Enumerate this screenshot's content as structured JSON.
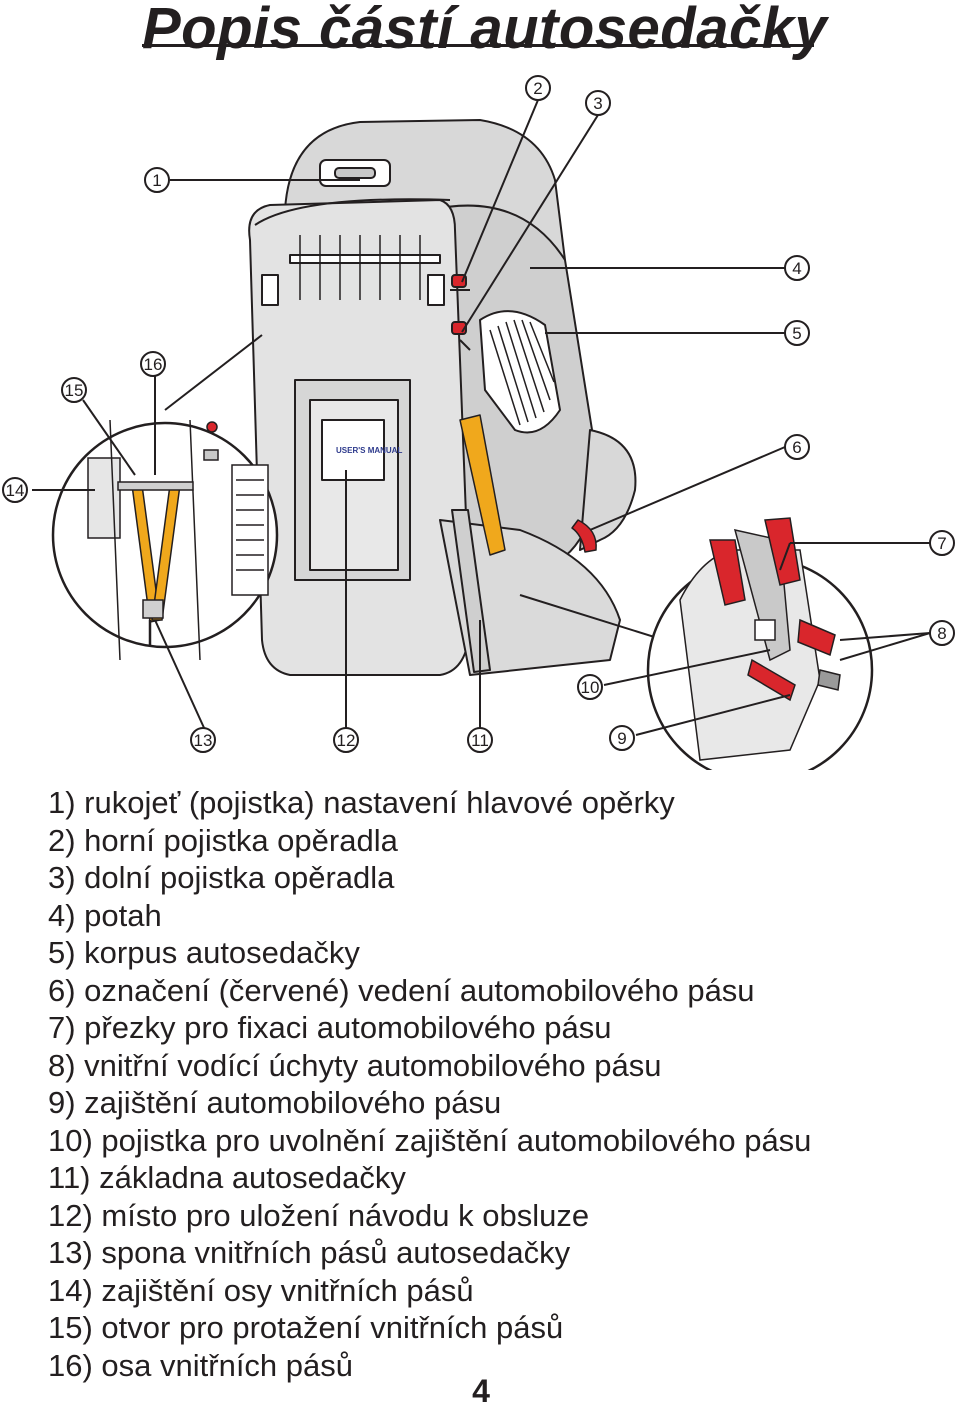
{
  "title": "Popis částí autosedačky",
  "figure": {
    "manual_label": "USER'S MANUAL",
    "callouts": [
      "1",
      "2",
      "3",
      "4",
      "5",
      "6",
      "7",
      "8",
      "9",
      "10",
      "11",
      "12",
      "13",
      "14",
      "15",
      "16"
    ]
  },
  "legend": [
    "1) rukojeť (pojistka) nastavení hlavové opěrky",
    "2) horní pojistka opěradla",
    "3) dolní pojistka opěradla",
    "4) potah",
    "5) korpus autosedačky",
    "6) označení (červené) vedení automobilového pásu",
    "7) přezky pro fixaci automobilového pásu",
    "8) vnitřní vodící úchyty automobilového pásu",
    "9) zajištění automobilového pásu",
    "10) pojistka pro uvolnění zajištění automobilového pásu",
    "11) základna autosedačky",
    "12) místo pro uložení návodu k obsluze",
    "13) spona vnitřních pásů autosedačky",
    "14) zajištění osy vnitřních pásů",
    "15) otvor pro protažení vnitřních pásů",
    "16) osa vnitřních pásů"
  ],
  "page_number": "4",
  "colors": {
    "ink": "#231f20",
    "seat_body": "#e3e3e3",
    "cover": "#cfcfcf",
    "belt": "#f0a81c",
    "red_guide": "#d9262c"
  }
}
